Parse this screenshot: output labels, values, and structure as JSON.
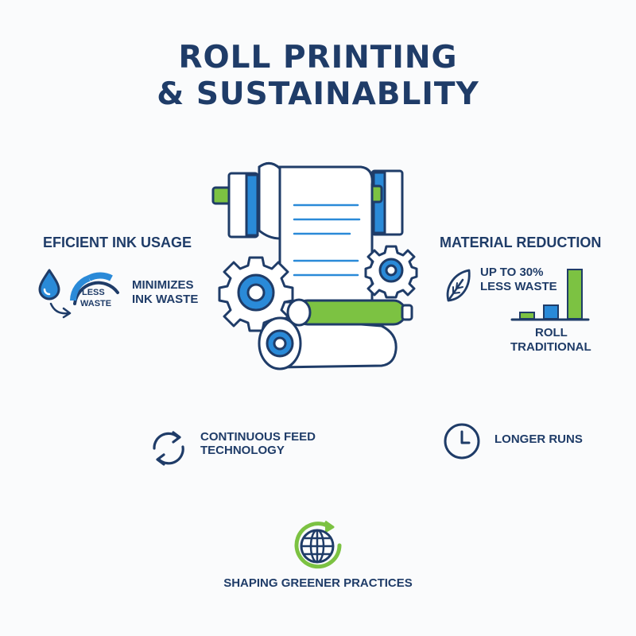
{
  "title": {
    "line1": "ROLL PRINTING",
    "line2": "& SUSTAINABLITY"
  },
  "ink_usage": {
    "heading": "EFICIENT INK USAGE",
    "gauge_label_1": "LESS",
    "gauge_label_2": "WASTE",
    "desc_1": "MINIMIZES",
    "desc_2": "INK WASTE"
  },
  "material": {
    "heading": "MATERIAL REDUCTION",
    "desc_1": "UP TO 30%",
    "desc_2": "LESS WASTE",
    "legend_1": "ROLL",
    "legend_2": "TRADITIONAL"
  },
  "feed": {
    "line1": "CONTINUOUS FEED",
    "line2": "TECHNOLOGY"
  },
  "runs": {
    "label": "LONGER RUNS"
  },
  "footer": {
    "label": "SHAPING GREENER PRACTICES"
  },
  "colors": {
    "navy": "#1f3c68",
    "blue": "#2a8ad8",
    "green": "#7cc242"
  },
  "icons": [
    "ink-drop-icon",
    "gauge-icon",
    "leaf-icon",
    "recycle-arrows-icon",
    "clock-icon",
    "globe-icon"
  ]
}
